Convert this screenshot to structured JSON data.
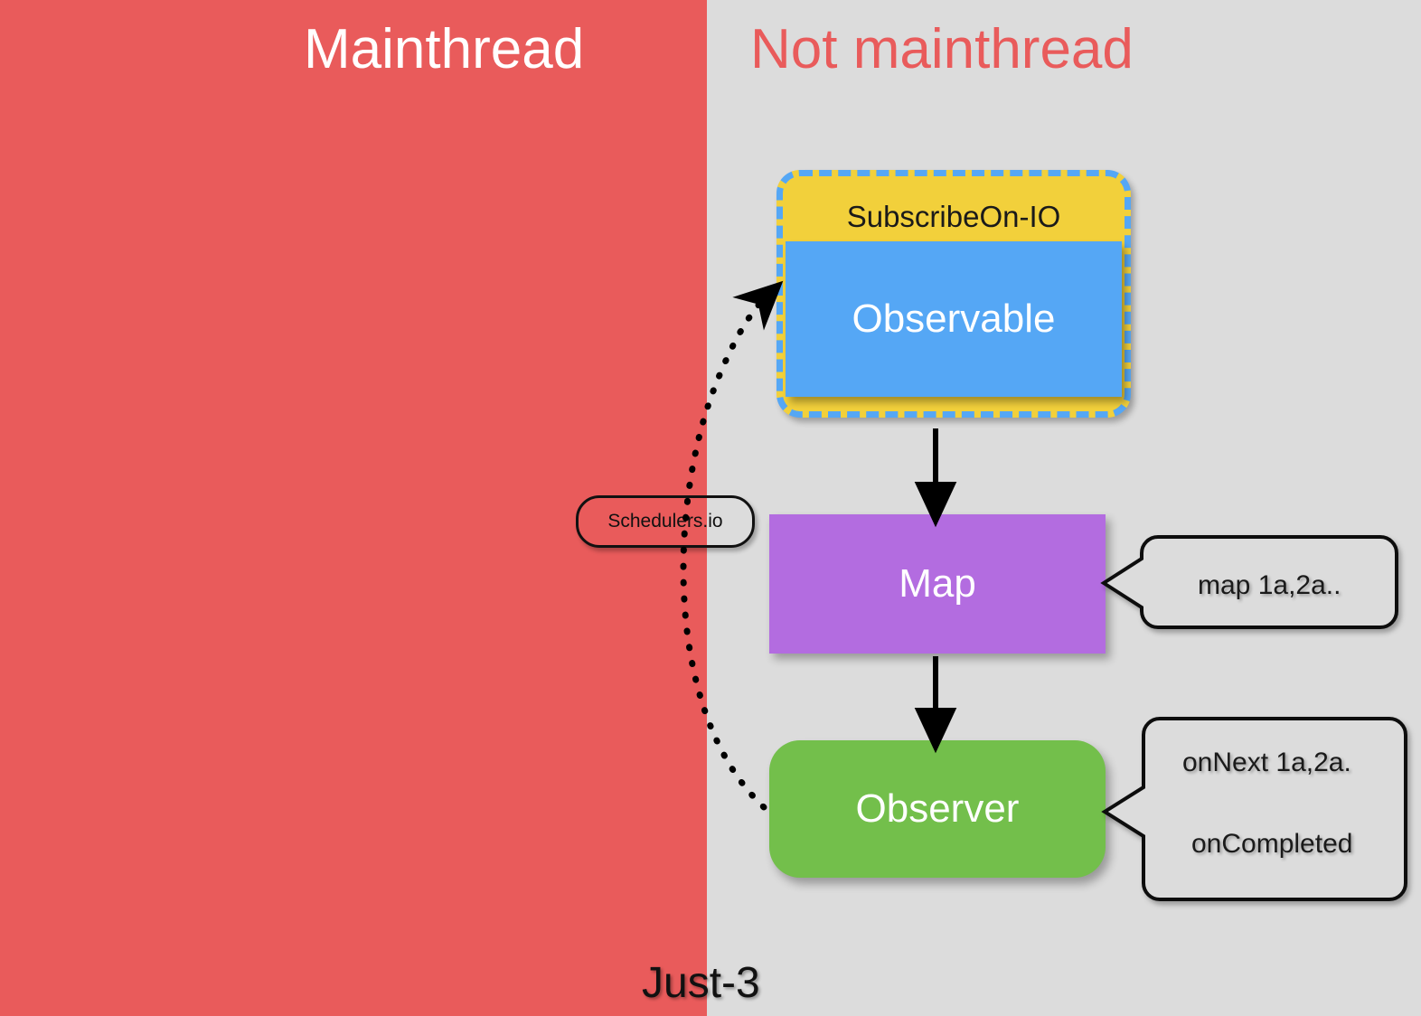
{
  "diagram": {
    "title": "RxJava SubscribeOn-IO threading diagram",
    "footer_label": "Just-3",
    "colors": {
      "mainthread_background": "#e95b5b",
      "not_mainthread_background": "#dcdcdc",
      "subscribe_on_fill": "#f2d03b",
      "subscribe_on_border": "#55a7f5",
      "observable_fill": "#55a7f5",
      "map_fill": "#b36ce0",
      "observer_fill": "#73bf4b",
      "arrow_color": "#000000",
      "callout_border": "#111111"
    }
  },
  "headings": {
    "left": "Mainthread",
    "right": "Not mainthread"
  },
  "nodes": {
    "subscribe_on": {
      "label": "SubscribeOn-IO",
      "border_style": "dashed"
    },
    "observable": {
      "label": "Observable"
    },
    "map": {
      "label": "Map"
    },
    "observer": {
      "label": "Observer"
    },
    "schedulers": {
      "label": "Schedulers.io"
    }
  },
  "callouts": {
    "map": {
      "line1": "map  1a,2a.."
    },
    "observer": {
      "line1": "onNext  1a,2a.",
      "line2": "onCompleted"
    }
  },
  "connectors": {
    "observable_to_map": "solid-arrow-down",
    "map_to_observer": "solid-arrow-down",
    "observer_to_observable": "dotted-curved-arrow-up"
  }
}
